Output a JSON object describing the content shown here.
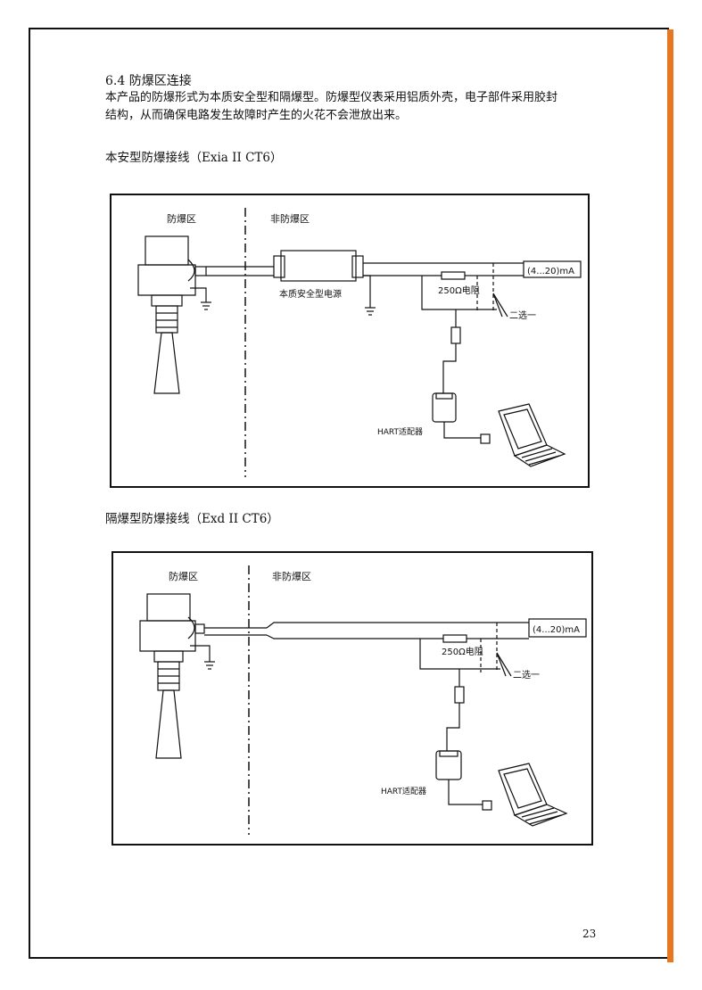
{
  "section": {
    "title": "6.4 防爆区连接",
    "para_line1": "本产品的防爆形式为本质安全型和隔爆型。防爆型仪表采用铝质外壳，电子部件采用胶封",
    "para_line2": "结构，从而确保电路发生故障时产生的火花不会泄放出来。"
  },
  "diagram1": {
    "heading": "本安型防爆接线（Exia II CT6）",
    "zone_hazard": "防爆区",
    "zone_safe": "非防爆区",
    "power_label": "本质安全型电源",
    "resistor_label": "250Ω电阻",
    "output_label": "(4...20)mA",
    "choice_label": "二选一",
    "hart_label": "HART适配器"
  },
  "diagram2": {
    "heading": "隔爆型防爆接线（Exd II CT6）",
    "zone_hazard": "防爆区",
    "zone_safe": "非防爆区",
    "resistor_label": "250Ω电阻",
    "output_label": "(4...20)mA",
    "choice_label": "二选一",
    "hart_label": "HART适配器"
  },
  "page_number": "23",
  "colors": {
    "accent": "#e87722",
    "ink": "#111111"
  }
}
